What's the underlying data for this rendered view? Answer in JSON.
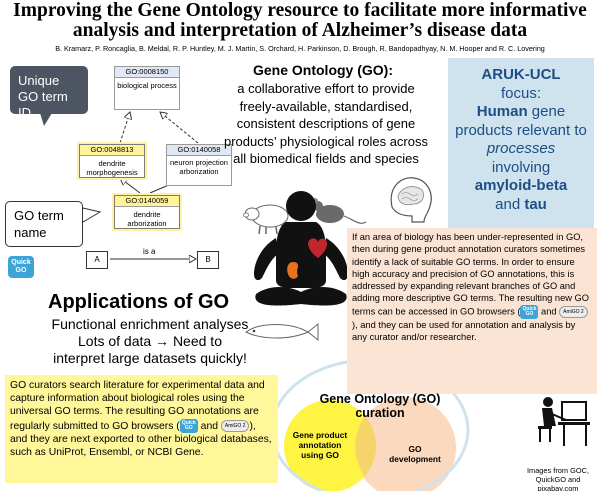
{
  "header": {
    "title_line1": "Improving the Gene Ontology resource to facilitate more informative",
    "title_line2": "analysis and interpretation of Alzheimer’s disease data",
    "authors": "B. Kramarz, P. Roncaglia, B. Meldal, R. P. Huntley, M. J. Martin, S. Orchard, H. Parkinson, D. Brough, R. Bandopadhyay, N. M. Hooper and R. C. Lovering"
  },
  "go_graph": {
    "callout_id": "Unique GO term ID",
    "callout_name": "GO term name",
    "nodes": [
      {
        "id": "GO:0008150",
        "name": "biological process"
      },
      {
        "id": "GO:0048813",
        "name": "dendrite morphogenesis"
      },
      {
        "id": "GO:0140058",
        "name": "neuron projection arborization"
      },
      {
        "id": "GO:0140059",
        "name": "dendrite arborization"
      }
    ],
    "relation_a": "A",
    "relation_label": "is a",
    "relation_b": "B"
  },
  "quickgo_logo": {
    "line1": "Quick",
    "line2": "GO"
  },
  "amigo_logo": "AmiGO 2",
  "go_definition": {
    "title": "Gene Ontology (GO):",
    "text": "a collaborative effort to provide freely-available, standardised, consistent descriptions of gene products’ physiological roles across all biomedical fields and species"
  },
  "aruk": {
    "name": "ARUK-UCL",
    "focus": "focus:",
    "human": "Human",
    "gene": " gene",
    "products": "products relevant to",
    "processes": "processes",
    "involving": "involving",
    "amyloid": "amyloid-beta",
    "and": "and",
    "tau": "tau"
  },
  "expansion_text": {
    "before": "If an area of biology has been under-represented in GO, then during gene product annotation curators sometimes identify a lack of suitable GO terms. In order to ensure high accuracy and precision of GO annotations, this is addressed by expanding relevant branches of GO and adding more descriptive GO terms. The resulting new GO terms can be accessed in GO browsers (",
    "and": " and ",
    "after": "), and they can be used for annotation and analysis by any curator and/or researcher."
  },
  "applications": {
    "title": "Applications of GO",
    "line1": "Functional enrichment analyses",
    "line2": "Lots of data → Need to",
    "line3": "interpret large datasets quickly!"
  },
  "curators_text": {
    "before": "GO curators search literature for experimental data and capture information about biological roles using the universal GO terms. The resulting GO annotations are regularly submitted to GO browsers (",
    "and": " and ",
    "after": "), and they are next exported to other biological databases, such as UniProt, Ensembl, or NCBI Gene."
  },
  "curation": {
    "title_line1": "Gene Ontology (GO)",
    "title_line2": "curation",
    "left_circle": "Gene product annotation using GO",
    "right_circle": "GO development"
  },
  "image_credit": "Images from GOC, QuickGO and pixabay.com",
  "colors": {
    "yellow_box": "#fff79a",
    "orange_box": "#fbe4d4",
    "aruk_box": "#cfe3ee",
    "aruk_text": "#1d4e86",
    "callout_dark": "#4c5561",
    "heart_red": "#c0262b",
    "kidney_orange": "#e8731e",
    "quickgo_blue": "#3ea4d8"
  }
}
